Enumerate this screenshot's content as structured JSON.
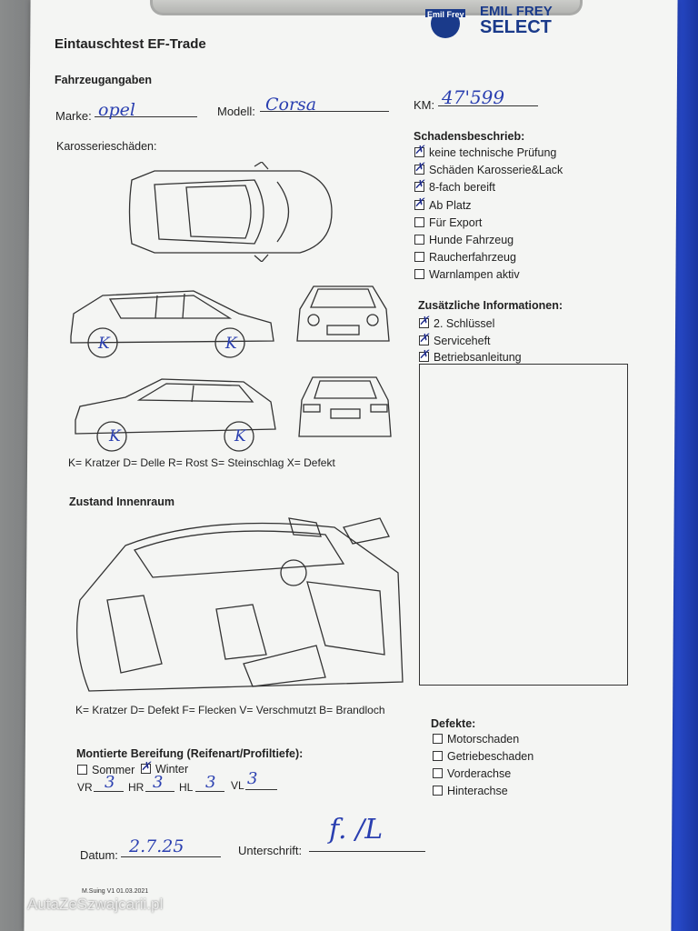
{
  "form": {
    "title": "Eintauschtest EF-Trade",
    "brand_top": "Emil Frey",
    "brand_line1": "EMIL FREY",
    "brand_line2": "SELECT",
    "vehicle_section": "Fahrzeugangaben",
    "marke_label": "Marke:",
    "marke_value": "opel",
    "modell_label": "Modell:",
    "modell_value": "Corsa",
    "km_label": "KM:",
    "km_value": "47'599",
    "body_damage_title": "Karosserieschäden:",
    "body_legend": "K= Kratzer D= Delle R= Rost S= Steinschlag X= Defekt",
    "damage_marks": [
      "K",
      "K",
      "K",
      "K"
    ],
    "interior_title": "Zustand Innenraum",
    "interior_legend": "K= Kratzer D= Defekt F= Flecken V= Verschmutzt B= Brandloch",
    "tires_title": "Montierte Bereifung (Reifenart/Profiltiefe):",
    "tire_sommer": "Sommer",
    "tire_winter": "Winter",
    "vr_label": "VR",
    "vr_value": "3",
    "hr_label": "HR",
    "hr_value": "3",
    "hl_label": "HL",
    "hl_value": "3",
    "vl_label": "VL",
    "vl_value": "3",
    "datum_label": "Datum:",
    "datum_value": "2.7.25",
    "unterschrift_label": "Unterschrift:",
    "signature_value": "f. /L",
    "footer_version": "M.Suing V1 01.03.2021"
  },
  "schadens": {
    "title": "Schadensbeschrieb:",
    "items": [
      {
        "label": "keine technische Prüfung",
        "checked": true
      },
      {
        "label": "Schäden Karosserie&Lack",
        "checked": true
      },
      {
        "label": "8-fach bereift",
        "checked": true
      },
      {
        "label": "Ab Platz",
        "checked": true
      },
      {
        "label": "Für Export",
        "checked": false
      },
      {
        "label": "Hunde Fahrzeug",
        "checked": false
      },
      {
        "label": "Raucherfahrzeug",
        "checked": false
      },
      {
        "label": "Warnlampen aktiv",
        "checked": false
      }
    ]
  },
  "zusatz": {
    "title": "Zusätzliche Informationen:",
    "items": [
      {
        "label": "2. Schlüssel",
        "checked": true
      },
      {
        "label": "Serviceheft",
        "checked": true
      },
      {
        "label": "Betriebsanleitung",
        "checked": true
      }
    ]
  },
  "defekte": {
    "title": "Defekte:",
    "items": [
      {
        "label": "Motorschaden",
        "checked": false
      },
      {
        "label": "Getriebeschaden",
        "checked": false
      },
      {
        "label": "Vorderachse",
        "checked": false
      },
      {
        "label": "Hinterachse",
        "checked": false
      }
    ]
  },
  "watermark": "AutaZeSzwajcarii.pl",
  "colors": {
    "ink": "#2a3fb0",
    "clipboard": "#2b4fd4",
    "paper": "#f4f5f3"
  }
}
